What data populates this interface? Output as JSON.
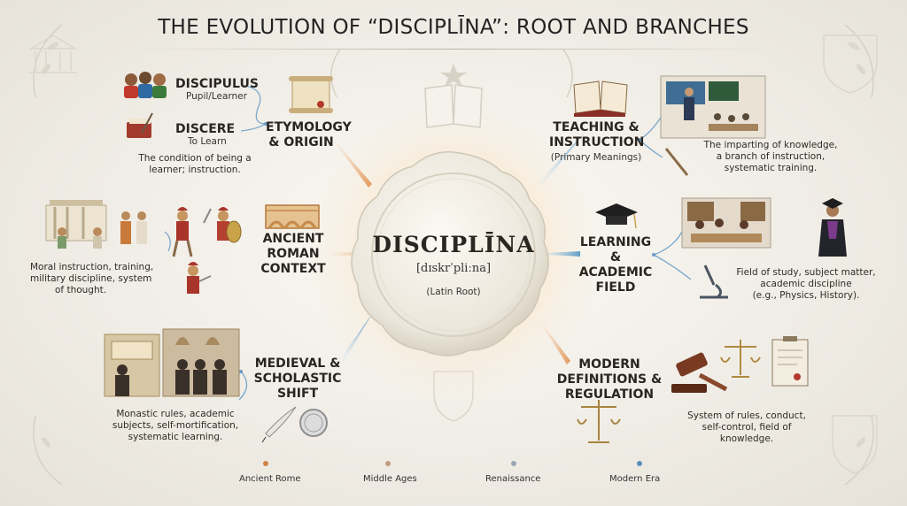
{
  "title": "THE EVOLUTION OF “DISCIPLĪNA”: ROOT AND BRANCHES",
  "center": {
    "word": "DISCIPLĪNA",
    "pronunciation": "[dɪskrˈpliːna]",
    "note": "(Latin Root)"
  },
  "etymology": {
    "heading_line1": "ETYMOLOGY",
    "heading_line2": "& ORIGIN",
    "term1": "DISCIPULUS",
    "term1_gloss": "Pupil/Learner",
    "term2": "DISCERE",
    "term2_gloss": "To Learn",
    "description_line1": "The condition of being a",
    "description_line2": "learner; instruction."
  },
  "roman": {
    "heading_line1": "ANCIENT",
    "heading_line2": "ROMAN",
    "heading_line3": "CONTEXT",
    "description_line1": "Moral instruction, training,",
    "description_line2": "military discipline, system",
    "description_line3": "of thought."
  },
  "medieval": {
    "heading_line1": "MEDIEVAL &",
    "heading_line2": "SCHOLASTIC",
    "heading_line3": "SHIFT",
    "description_line1": "Monastic rules, academic",
    "description_line2": "subjects, self-mortification,",
    "description_line3": "systematic learning."
  },
  "teaching": {
    "heading_line1": "TEACHING &",
    "heading_line2": "INSTRUCTION",
    "subheading": "(Primary Meanings)",
    "description_line1": "The imparting of knowledge,",
    "description_line2": "a branch of instruction,",
    "description_line3": "systematic training."
  },
  "learning": {
    "heading_line1": "LEARNING &",
    "heading_line2": "ACADEMIC",
    "heading_line3": "FIELD",
    "description_line1": "Field of study, subject matter,",
    "description_line2": "academic discipline",
    "description_line3": "(e.g., Physics, History)."
  },
  "modern": {
    "heading_line1": "MODERN",
    "heading_line2": "DEFINITIONS &",
    "heading_line3": "REGULATION",
    "description_line1": "System of rules, conduct,",
    "description_line2": "self-control, field of",
    "description_line3": "knowledge."
  },
  "timeline": [
    "Ancient Rome",
    "Middle Ages",
    "Renaissance",
    "Modern Era"
  ],
  "colors": {
    "accent_blue": "#4f93c4",
    "accent_orange": "#e08a45",
    "seal": "#f3efe6",
    "ink": "#2a2520"
  }
}
